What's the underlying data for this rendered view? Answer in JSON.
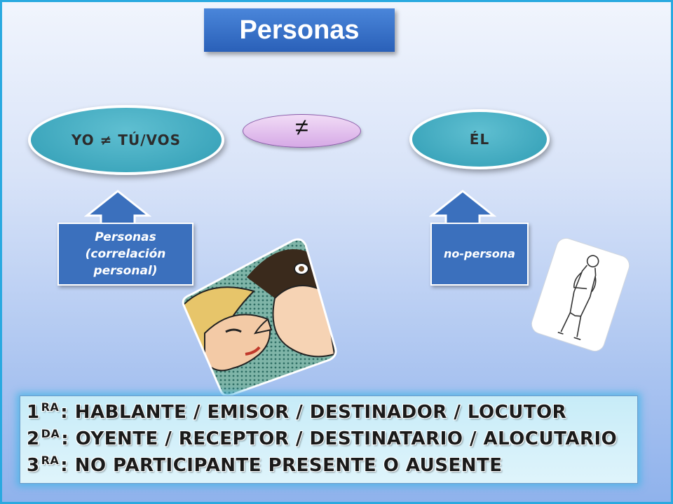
{
  "title": "Personas",
  "ellipses": {
    "left": "YO ≠ TÚ/VOS",
    "middle": "≠",
    "right": "ÉL"
  },
  "boxes": {
    "left_lines": [
      "Personas",
      "(correlación",
      "personal)"
    ],
    "right": "no-persona"
  },
  "definitions": [
    {
      "num": "1",
      "sup": "RA",
      "text": ": HABLANTE / EMISOR / DESTINADOR / LOCUTOR"
    },
    {
      "num": "2",
      "sup": "DA",
      "text": ": OYENTE / RECEPTOR / DESTINATARIO / ALOCUTARIO"
    },
    {
      "num": "3",
      "sup": "RA",
      "text": ": NO PARTICIPANTE PRESENTE O AUSENTE"
    }
  ],
  "colors": {
    "title_bg": "#3a74cc",
    "ellipse_teal": "#3ea7bd",
    "ellipse_purple": "#d6a9e6",
    "label_box": "#3b70bd",
    "definition_bg": "#cfeef9",
    "frame": "#29a9e0"
  },
  "illustrations": [
    "comic-couple-illustration",
    "standing-man-sketch"
  ]
}
